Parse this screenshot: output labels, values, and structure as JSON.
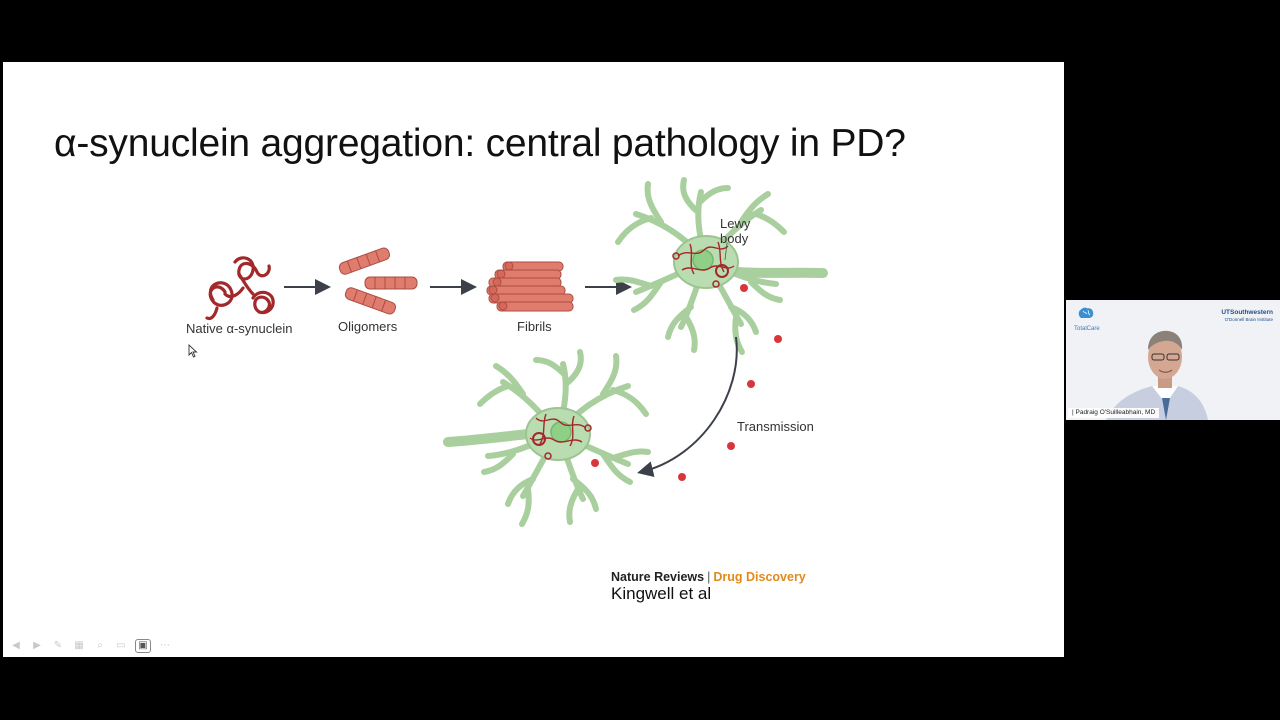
{
  "slide": {
    "title": "α-synuclein aggregation: central pathology in PD?",
    "figure": {
      "labels": {
        "native": "Native α-synuclein",
        "oligomers": "Oligomers",
        "fibrils": "Fibrils",
        "lewy_body_line1": "Lewy",
        "lewy_body_line2": "body",
        "transmission": "Transmission"
      }
    },
    "citation": {
      "journal": "Nature Reviews",
      "separator": "|",
      "section": "Drug Discovery",
      "author": "Kingwell et al"
    }
  },
  "toolbar": {
    "buttons": [
      {
        "name": "previous-slide-button",
        "glyph": "◀"
      },
      {
        "name": "next-slide-button",
        "glyph": "▶"
      },
      {
        "name": "pen-button",
        "glyph": "✎"
      },
      {
        "name": "slides-grid-button",
        "glyph": "▦"
      },
      {
        "name": "zoom-button",
        "glyph": "⌕"
      },
      {
        "name": "subtitles-button",
        "glyph": "▭"
      },
      {
        "name": "camera-button",
        "glyph": "▣"
      },
      {
        "name": "more-options-button",
        "glyph": "⋯"
      }
    ]
  },
  "video_tile": {
    "logo_left": "TotalCare",
    "institution": "UTSouthwestern",
    "institution_sub": "O'Donnell Brain Institute",
    "participant_name": "| Padraig O'Suilleabhain, MD"
  },
  "colors": {
    "neuron_fill": "#b9dcb0",
    "neuron_stroke": "#7a9f70",
    "aggregate_red": "#a3282a",
    "dot_red": "#d8363a",
    "fibril_fill": "#e07c6e",
    "arrow": "#3c4048",
    "section_orange": "#e08a1e"
  }
}
